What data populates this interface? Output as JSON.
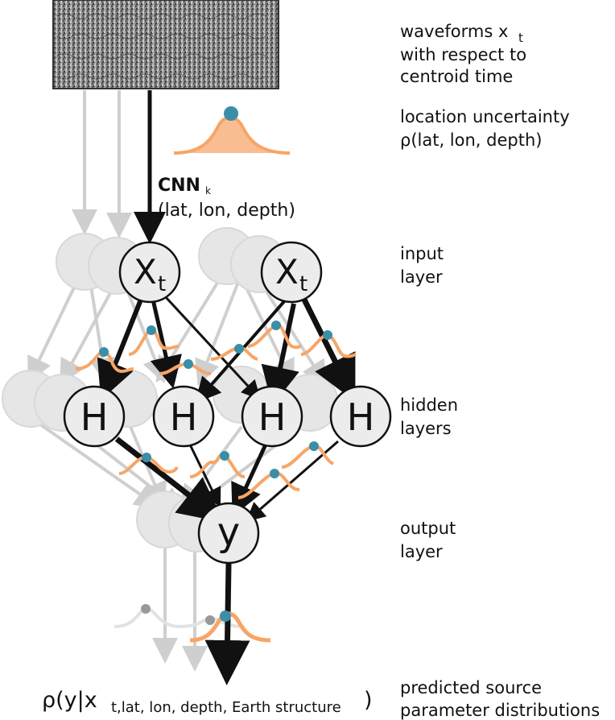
{
  "waveform_label": [
    "waveforms x",
    "t",
    "with respect to",
    "centroid time"
  ],
  "location_label": [
    "location uncertainty",
    "ρ(lat, lon, depth)"
  ],
  "cnn_label": {
    "name": "CNN",
    "sub": "k",
    "args": "(lat, lon, depth)"
  },
  "nodes": {
    "input": "X",
    "input_sub": "t",
    "hidden": "H",
    "output": "y"
  },
  "layer_labels": {
    "input": [
      "input",
      "layer"
    ],
    "hidden": [
      "hidden",
      "layers"
    ],
    "output": [
      "output",
      "layer"
    ],
    "predicted": [
      "predicted source",
      "parameter distributions"
    ]
  },
  "formula": {
    "main": "ρ(y|x",
    "sub": "t,lat, lon, depth, Earth structure",
    "close": ")"
  },
  "colors": {
    "orange": "#f7a567",
    "teal": "#3a8ea8",
    "gray_node": "#e6e6e6",
    "gray_edge": "#cfcfcf",
    "black": "#111111"
  }
}
